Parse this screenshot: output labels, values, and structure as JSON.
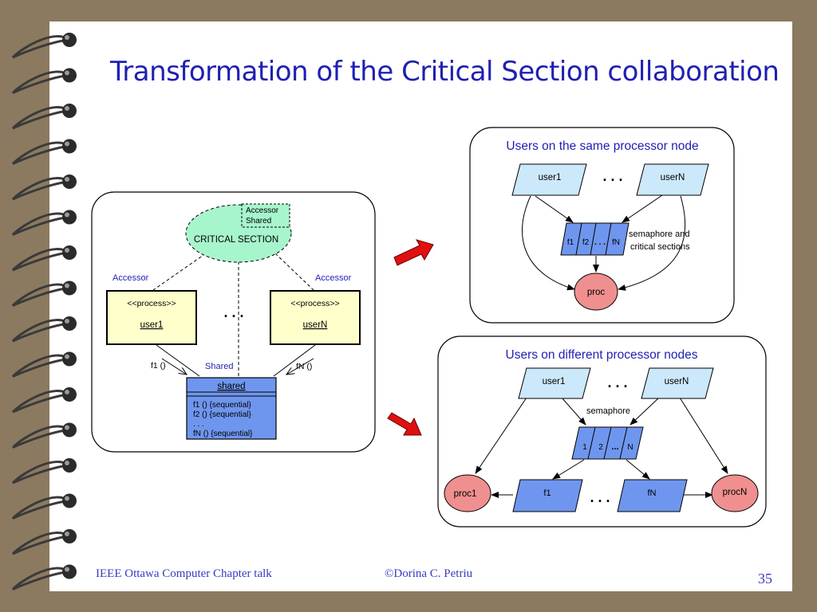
{
  "slide": {
    "title": "Transformation of the Critical Section collaboration",
    "footer_left": "IEEE Ottawa Computer Chapter talk",
    "footer_center": "©Dorina C. Petriu",
    "page_number": "35"
  },
  "left_diagram": {
    "critical_section_label": "CRITICAL SECTION",
    "role_note_line1": "Accessor",
    "role_note_line2": "Shared",
    "accessor_left": "Accessor",
    "accessor_right": "Accessor",
    "user1_stereotype": "<<process>>",
    "user1_name": "user1",
    "userN_stereotype": "<<process>>",
    "userN_name": "userN",
    "ellipsis": ". . .",
    "shared_role": "Shared",
    "f1_label": "f1 ()",
    "fN_label": "fN ()",
    "shared_class_name": "shared",
    "ops": [
      "f1 () {sequential}",
      "f2 () {sequential}",
      ". . .",
      "fN () {sequential}"
    ]
  },
  "top_right": {
    "heading": "Users on the same processor node",
    "user1": "user1",
    "userN": "userN",
    "ellipsis": ". . .",
    "sem_f1": "f1",
    "sem_f2": "f2",
    "sem_dots": ". . .",
    "sem_fN": "fN",
    "note_line1": "semaphore and",
    "note_line2": "critical sections",
    "proc": "proc"
  },
  "bottom_right": {
    "heading": "Users on different processor nodes",
    "user1": "user1",
    "userN": "userN",
    "ellipsis": ". . .",
    "semaphore_label": "semaphore",
    "sem_1": "1",
    "sem_2": "2",
    "sem_dots": "...",
    "sem_N": "N",
    "f1": "f1",
    "fN": "fN",
    "ellipsis2": ". . .",
    "proc1": "proc1",
    "procN": "procN"
  },
  "colors": {
    "title": "#1f1fb3",
    "light_blue": "#cce8fb",
    "mid_blue": "#6f96ee",
    "green": "#a7f5cd",
    "yellow": "#ffffcc",
    "proc_pink": "#f08f8f",
    "arrow_red": "#e01010"
  }
}
